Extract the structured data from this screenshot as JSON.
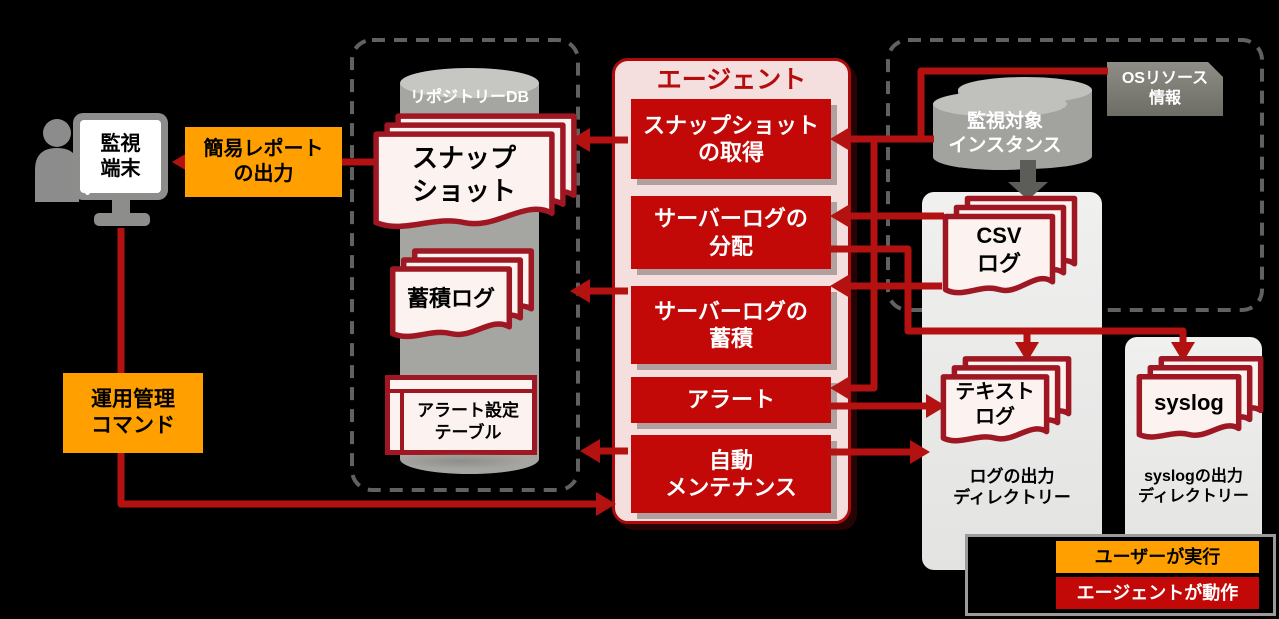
{
  "left": {
    "terminal_label": "監視\n端末",
    "report_output_label": "簡易レポート\nの出力",
    "command_label": "運用管理\nコマンド"
  },
  "repository": {
    "db_label": "リポジトリーDB",
    "snapshot_label": "スナップ\nショット",
    "accumulated_log_label": "蓄積ログ",
    "alert_table_label": "アラート設定\nテーブル"
  },
  "agent": {
    "title": "エージェント",
    "actions": [
      "スナップショット\nの取得",
      "サーバーログの\n分配",
      "サーバーログの\n蓄積",
      "アラート",
      "自動\nメンテナンス"
    ]
  },
  "monitored": {
    "os_resource_label": "OSリソース\n情報",
    "instance_label": "監視対象\nインスタンス",
    "csv_log_label": "CSV\nログ"
  },
  "outputs": {
    "text_log_label": "テキスト\nログ",
    "log_dir_caption": "ログの出力\nディレクトリー",
    "syslog_label": "syslog",
    "syslog_dir_caption": "syslogの出力\nディレクトリー"
  },
  "legend": {
    "user_executes": "ユーザーが実行",
    "agent_operates": "エージェントが動作"
  },
  "colors": {
    "background": "#000000",
    "user_action_orange": "#ffa000",
    "agent_action_red": "#c30808",
    "agent_panel_pink": "#f5dede",
    "connector_red": "#b41111",
    "document_border_red": "#9e1722",
    "document_fill": "#fcf3f1",
    "container_gray": "#e9e9e8",
    "cylinder_gray": "#a5a5a1",
    "dashed_border_gray": "#616161"
  }
}
